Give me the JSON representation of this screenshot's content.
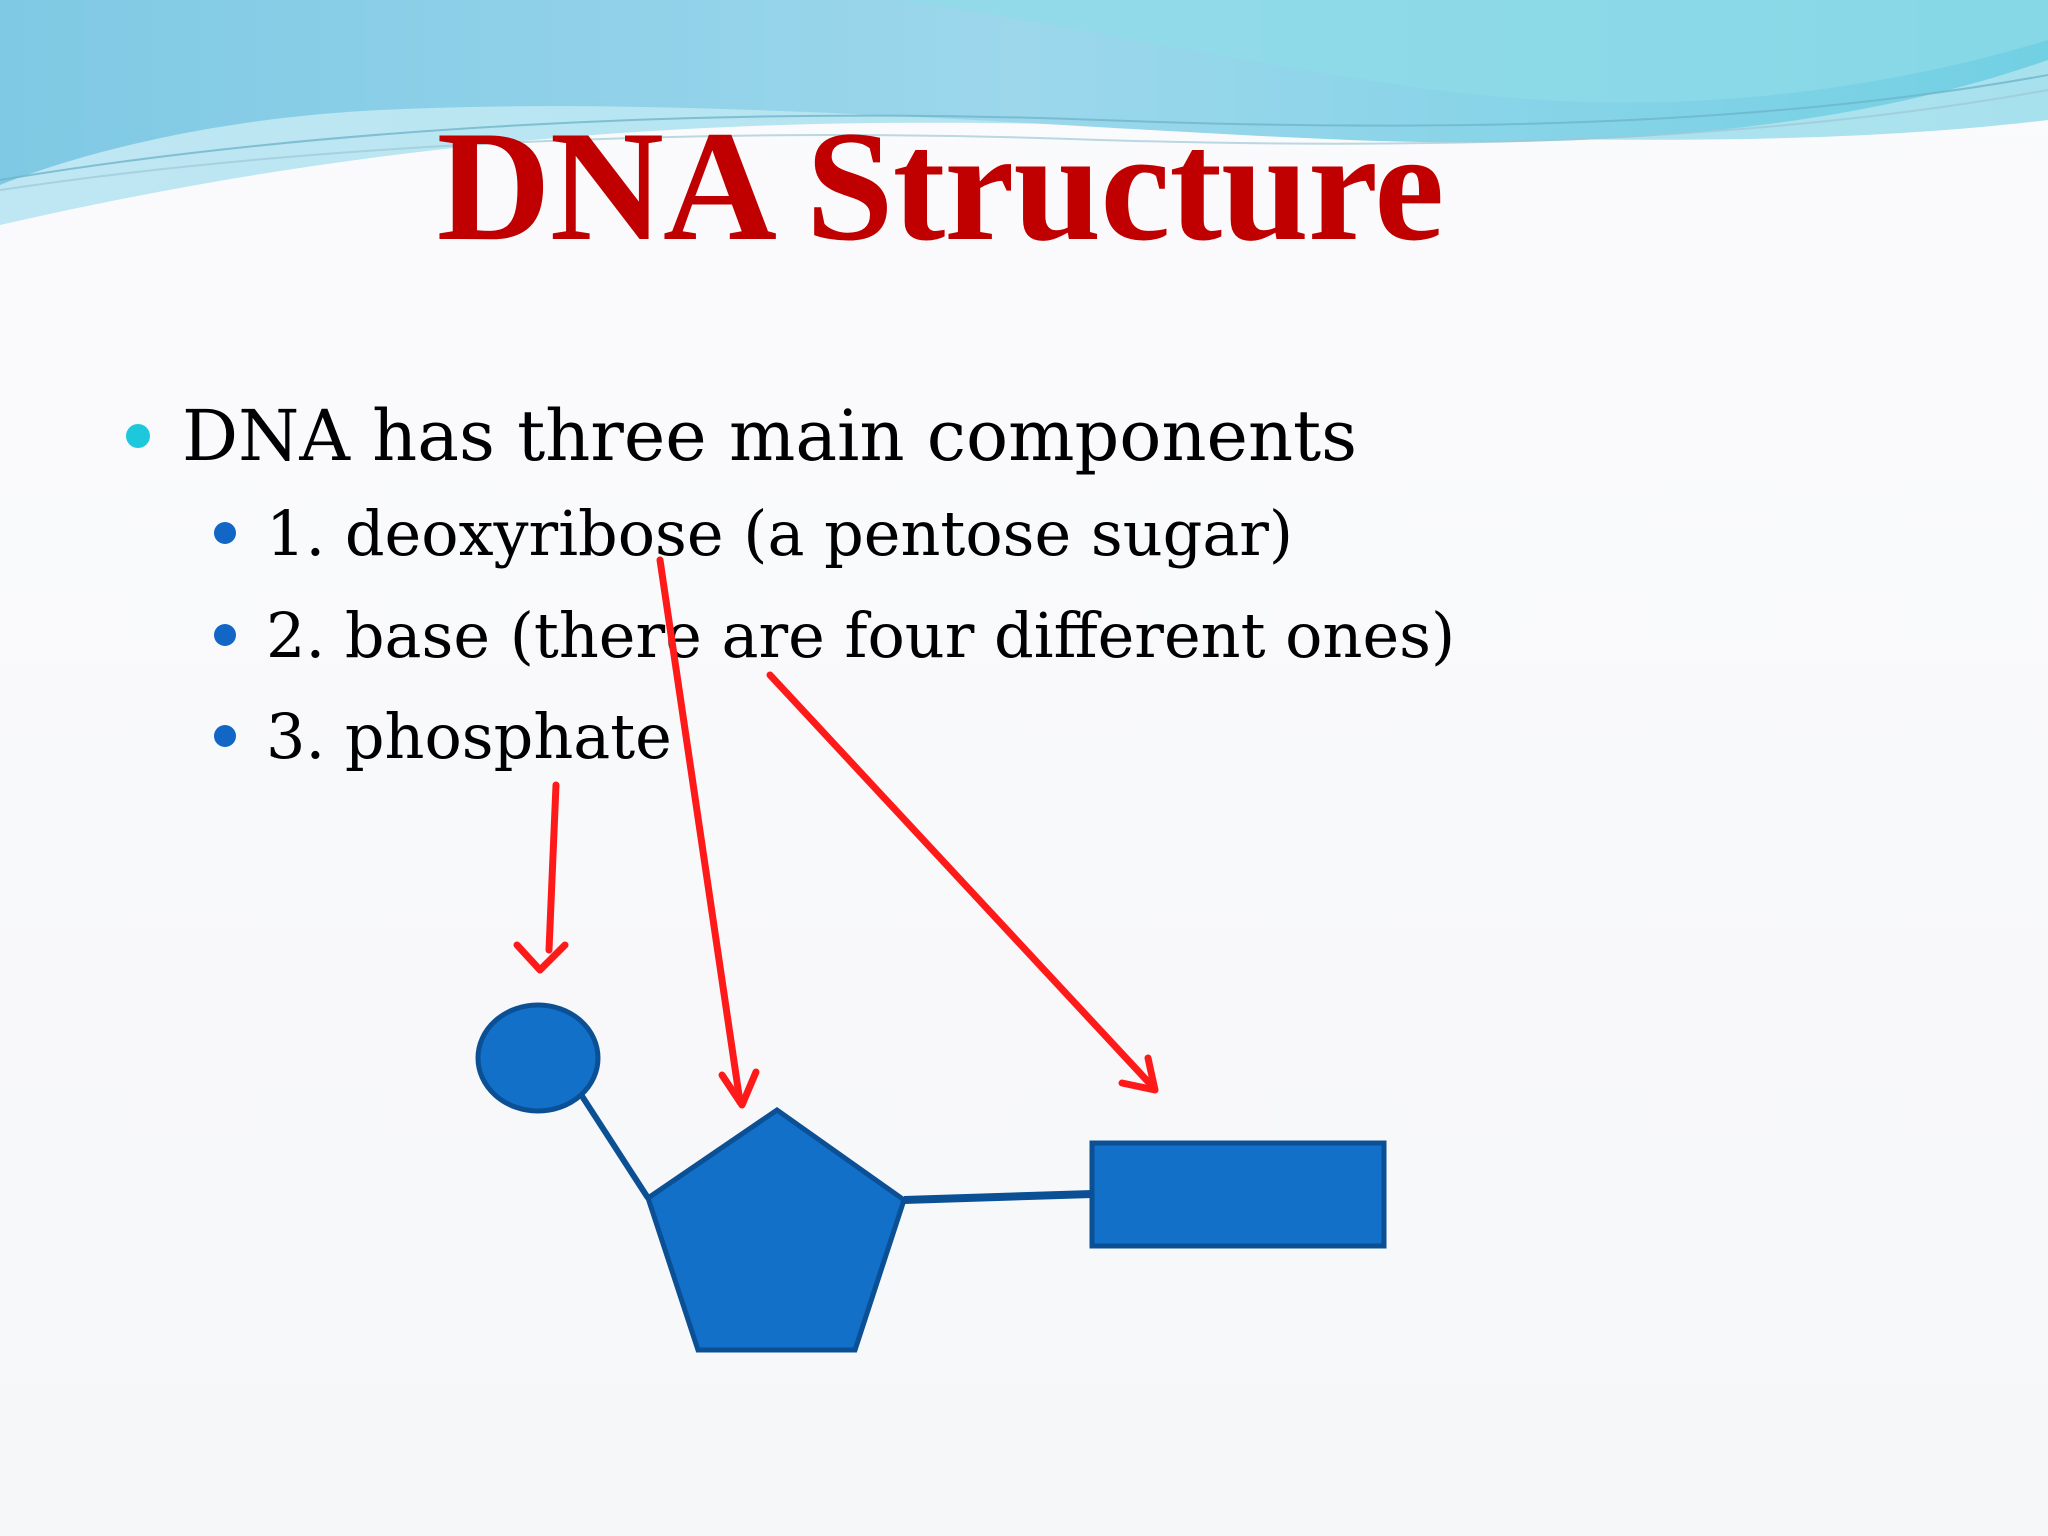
{
  "slide": {
    "title": "DNA Structure",
    "bullets": [
      {
        "text": "DNA has three main components"
      }
    ],
    "sub_bullets": [
      {
        "text": "1. deoxyribose (a pentose sugar)"
      },
      {
        "text": "2. base (there are four different ones)"
      },
      {
        "text": "3. phosphate"
      }
    ]
  },
  "colors": {
    "title": "#c00000",
    "text": "#000000",
    "bullet_level1": "#1ec8dc",
    "bullet_level2": "#1267c6",
    "shape_fill": "#1270c8",
    "shape_stroke": "#0b4f94",
    "arrow": "#ff1a1a",
    "wave_light": "#9ddff0",
    "wave_dark": "#5fc3dd"
  },
  "diagram": {
    "shapes": [
      {
        "name": "phosphate-circle",
        "kind": "circle"
      },
      {
        "name": "deoxyribose-pentagon",
        "kind": "pentagon"
      },
      {
        "name": "base-rectangle",
        "kind": "rectangle"
      }
    ],
    "arrows": [
      {
        "name": "arrow-phosphate",
        "from": "3. phosphate",
        "to": "phosphate-circle"
      },
      {
        "name": "arrow-deoxyribose",
        "from": "1. deoxyribose (a pentose sugar)",
        "to": "deoxyribose-pentagon"
      },
      {
        "name": "arrow-base",
        "from": "2. base (there are four different ones)",
        "to": "base-rectangle"
      }
    ]
  }
}
